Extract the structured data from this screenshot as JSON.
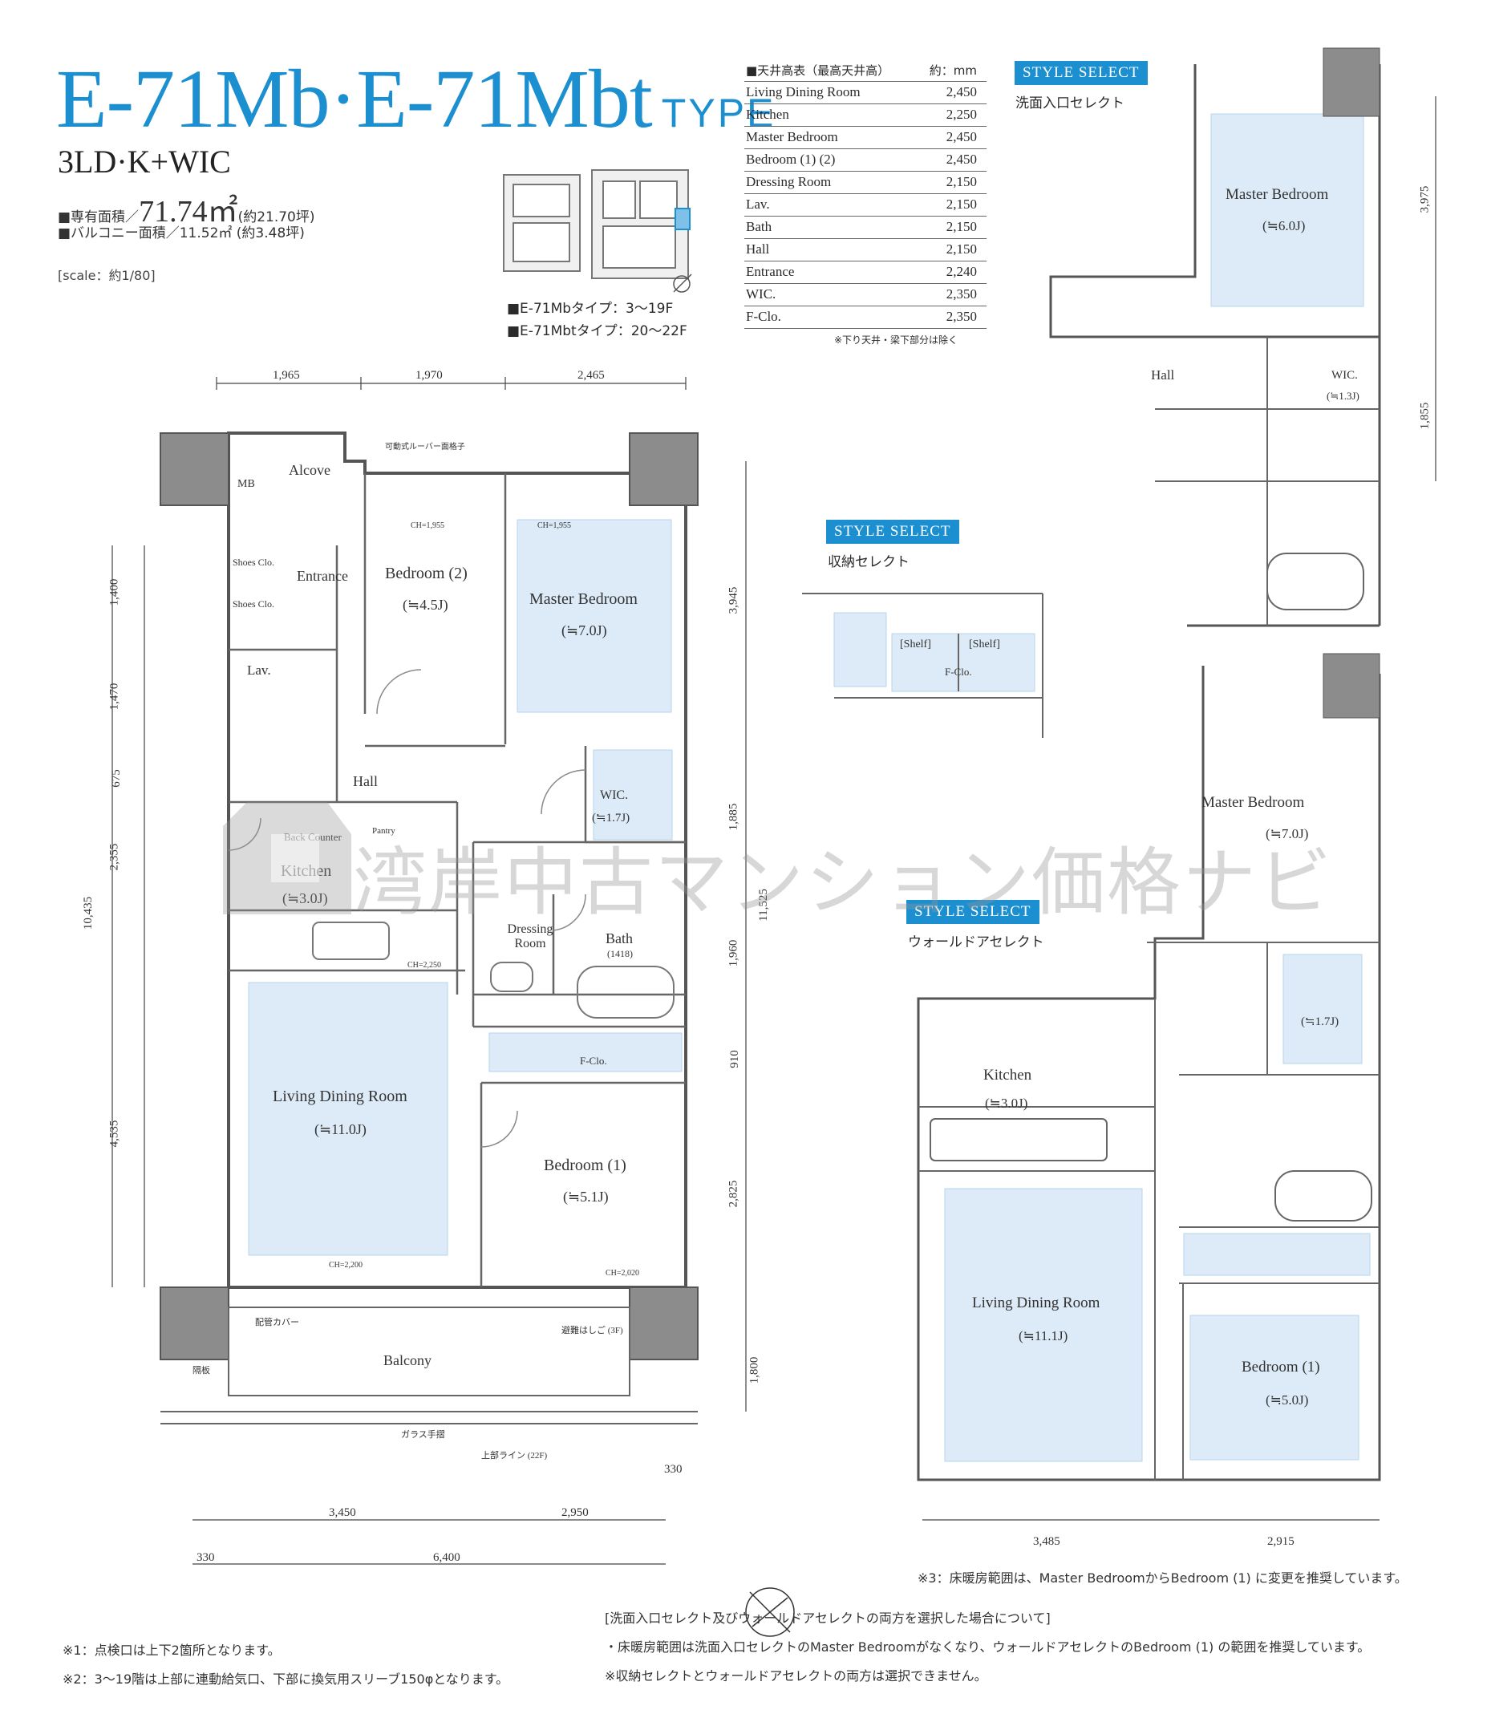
{
  "header": {
    "title": "E-71Mb·E-71Mbt",
    "title_type": "TYPE",
    "layout": "3LD·K+WIC",
    "area_label": "■専有面積／",
    "area_value": "71.74㎡",
    "area_tsubo": "(約21.70坪)",
    "balcony_area": "■バルコニー面積／11.52㎡ (約3.48坪)",
    "scale": "[scale：約1/80]",
    "type_floors_1": "■E-71Mbタイプ：3～19F",
    "type_floors_2": "■E-71Mbtタイプ：20～22F"
  },
  "ceiling_table": {
    "header_label": "■天井高表（最高天井高）",
    "header_unit": "約：mm",
    "rows": [
      {
        "room": "Living Dining Room",
        "value": "2,450"
      },
      {
        "room": "Kitchen",
        "value": "2,250"
      },
      {
        "room": "Master Bedroom",
        "value": "2,450"
      },
      {
        "room": "Bedroom (1) (2)",
        "value": "2,450"
      },
      {
        "room": "Dressing Room",
        "value": "2,150"
      },
      {
        "room": "Lav.",
        "value": "2,150"
      },
      {
        "room": "Bath",
        "value": "2,150"
      },
      {
        "room": "Hall",
        "value": "2,150"
      },
      {
        "room": "Entrance",
        "value": "2,240"
      },
      {
        "room": "WIC.",
        "value": "2,350"
      },
      {
        "room": "F-Clo.",
        "value": "2,350"
      }
    ],
    "note": "※下り天井・梁下部分は除く"
  },
  "style_selects": [
    {
      "badge": "STYLE SELECT",
      "subtitle": "洗面入口セレクト"
    },
    {
      "badge": "STYLE SELECT",
      "subtitle": "収納セレクト"
    },
    {
      "badge": "STYLE SELECT",
      "subtitle": "ウォールドアセレクト"
    }
  ],
  "main_plan": {
    "rooms": [
      {
        "name": "Alcove"
      },
      {
        "name": "MB"
      },
      {
        "name": "Entrance"
      },
      {
        "name": "Shoes Clo."
      },
      {
        "name": "Shoes Clo."
      },
      {
        "name": "Bedroom (2)",
        "size": "(≒4.5J)"
      },
      {
        "name": "Master Bedroom",
        "size": "(≒7.0J)"
      },
      {
        "name": "Lav."
      },
      {
        "name": "Hall"
      },
      {
        "name": "Kitchen",
        "size": "(≒3.0J)"
      },
      {
        "name": "Back Counter"
      },
      {
        "name": "Pantry"
      },
      {
        "name": "WIC.",
        "size": "(≒1.7J)"
      },
      {
        "name": "Dressing Room"
      },
      {
        "name": "Bath",
        "size": "(1418)"
      },
      {
        "name": "Living Dining Room",
        "size": "(≒11.0J)"
      },
      {
        "name": "Bedroom (1)",
        "size": "(≒5.1J)"
      },
      {
        "name": "Balcony"
      },
      {
        "name": "F-Clo."
      }
    ],
    "top_dims": [
      "1,965",
      "1,970",
      "2,465"
    ],
    "left_dims": [
      "1,400",
      "1,470",
      "675",
      "2,355",
      "4,535"
    ],
    "left_total": "10,435",
    "right_dims": [
      "3,945",
      "1,885",
      "1,960",
      "910",
      "2,825",
      "1,800"
    ],
    "right_total": "11,525",
    "bottom_dims": [
      "3,450",
      "2,950"
    ],
    "bottom_total": "6,400",
    "bottom_side_left": "330",
    "bottom_side_right": "330",
    "ch_labels": [
      "CH=1,955",
      "CH=1,955",
      "CH=2,250",
      "CH=2,200",
      "CH=2,020"
    ],
    "louver": "可動式ルーバー面格子",
    "glass_rail": "ガラス手摺",
    "upper_line": "上部ライン (22F)",
    "pipe_cover": "配管カバー",
    "evac_ladder": "避難はしご (3F)",
    "partition": "隔板"
  },
  "style_plans": {
    "washroom": {
      "master_bedroom": "Master Bedroom",
      "size": "(≒6.0J)",
      "hall": "Hall",
      "wic": "WIC.",
      "wic_size": "(≒1.3J)",
      "dims": [
        "3,975",
        "1,855"
      ]
    },
    "storage": {
      "shelf": "[Shelf]",
      "fclo": "F-Clo."
    },
    "walldoor": {
      "master_bedroom": "Master Bedroom",
      "master_size": "(≒7.0J)",
      "kitchen": "Kitchen",
      "kitchen_size": "(≒3.0J)",
      "ldr": "Living Dining Room",
      "ldr_size": "(≒11.1J)",
      "bedroom1": "Bedroom (1)",
      "bedroom1_size": "(≒5.0J)",
      "wic_size": "(≒1.7J)",
      "bottom_dims": [
        "3,485",
        "2,915"
      ]
    }
  },
  "watermark": "湾岸中古マンション価格ナビ",
  "notes": {
    "n3": "※3：床暖房範囲は、Master BedroomからBedroom (1) に変更を推奨しています。",
    "n1": "※1：点検口は上下2箇所となります。",
    "n2": "※2：3～19階は上部に連動給気口、下部に換気用スリーブ150φとなります。",
    "combo_title": "[洗面入口セレクト及びウォールドアセレクトの両方を選択した場合について]",
    "combo_1": "・床暖房範囲は洗面入口セレクトのMaster Bedroomがなくなり、ウォールドアセレクトのBedroom (1) の範囲を推奨しています。",
    "combo_2": "※収納セレクトとウォールドアセレクトの両方は選択できません。"
  },
  "colors": {
    "accent": "#1b8fcf",
    "floor_heat": "#dcebf7",
    "wall": "#666666",
    "column": "#8c8c8c"
  }
}
